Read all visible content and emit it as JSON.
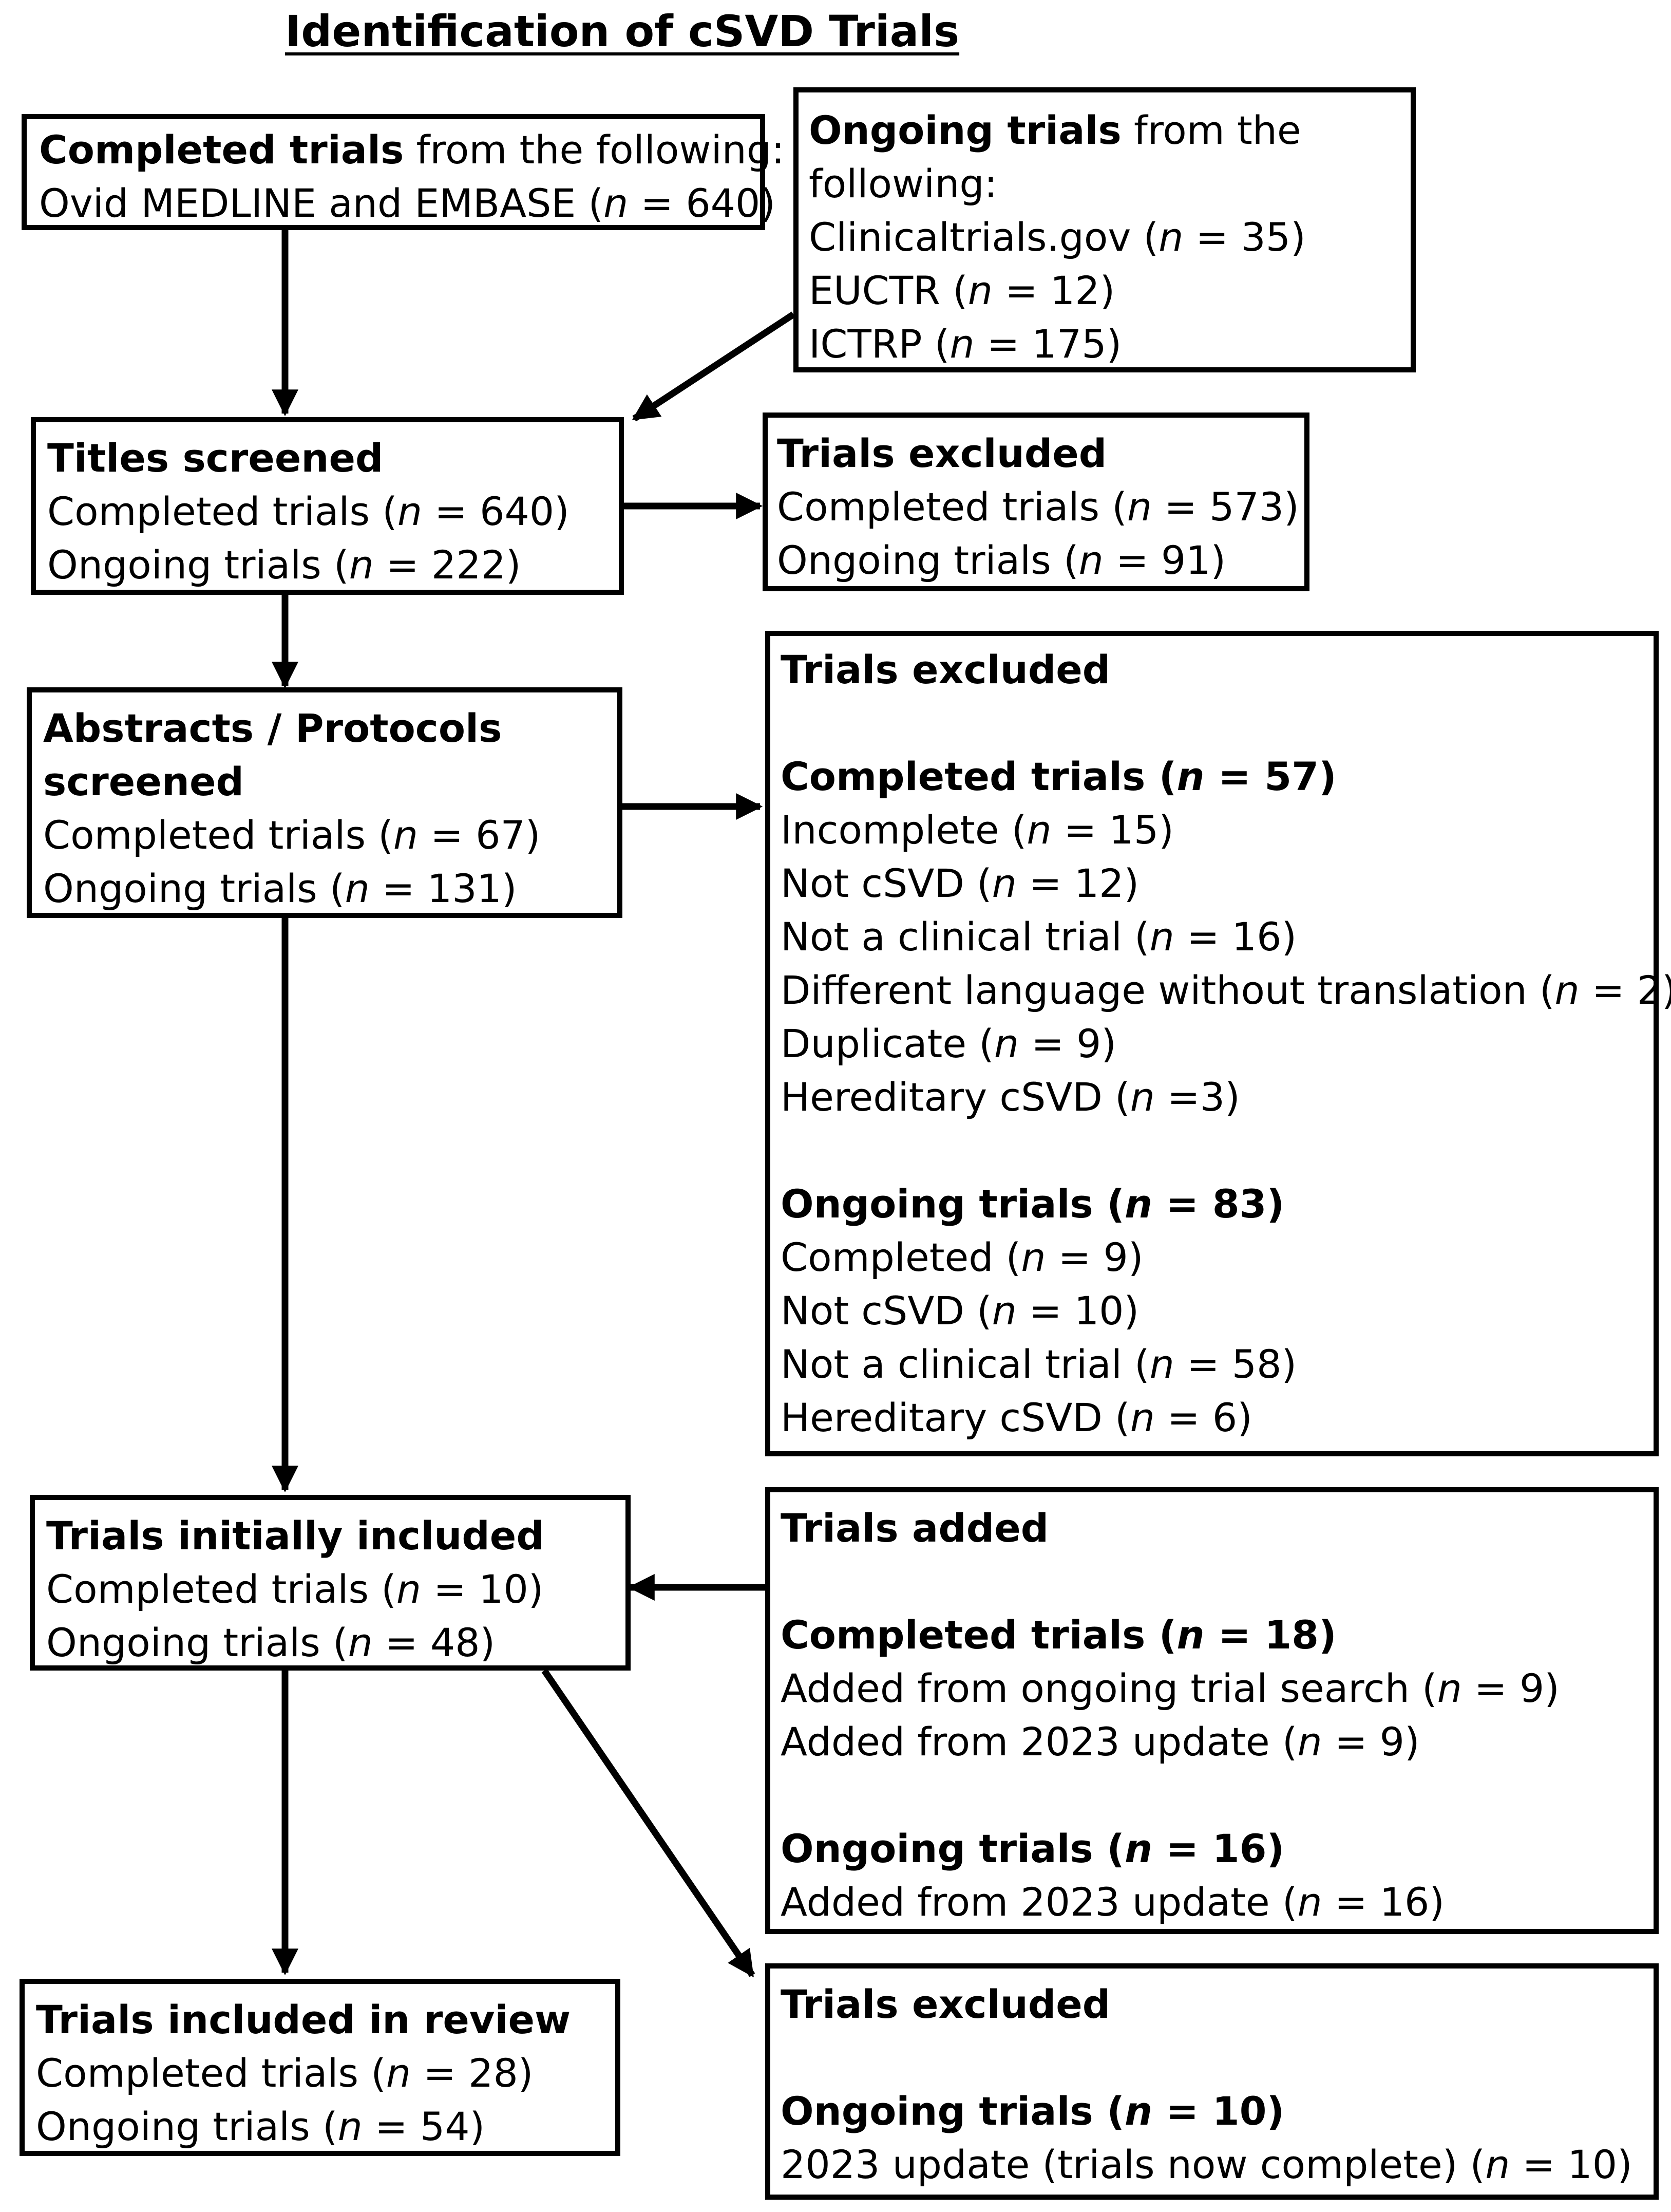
{
  "title": "Identification of cSVD Trials",
  "boxes": {
    "completed_sources": {
      "head_bold": "Completed trials",
      "head_rest": " from the following:",
      "line2": "Ovid MEDLINE and EMBASE (n = 640)"
    },
    "ongoing_sources": {
      "head_bold": "Ongoing trials",
      "head_rest": " from the",
      "line2": "following:",
      "line3": "Clinicaltrials.gov (n = 35)",
      "line4": "EUCTR (n = 12)",
      "line5": "ICTRP (n = 175)"
    },
    "titles_screened": {
      "heading": "Titles screened",
      "completed": "Completed trials (n = 640)",
      "ongoing": "Ongoing trials (n = 222)"
    },
    "titles_excluded": {
      "heading": "Trials excluded",
      "completed": "Completed trials (n = 573)",
      "ongoing": "Ongoing trials (n = 91)"
    },
    "abstracts_screened": {
      "heading_line1": "Abstracts / Protocols",
      "heading_line2": "screened",
      "completed": "Completed trials (n = 67)",
      "ongoing": "Ongoing trials (n = 131)"
    },
    "abstracts_excluded": {
      "heading": "Trials excluded",
      "completed_heading": "Completed trials (n = 57)",
      "completed_items": [
        "Incomplete (n = 15)",
        "Not cSVD (n = 12)",
        "Not a clinical trial (n = 16)",
        "Different language without  translation (n = 2)",
        "Duplicate (n = 9)",
        "Hereditary cSVD (n =3)"
      ],
      "ongoing_heading": "Ongoing trials (n = 83)",
      "ongoing_items": [
        "Completed (n = 9)",
        "Not cSVD (n = 10)",
        "Not a clinical trial (n = 58)",
        "Hereditary cSVD (n = 6)"
      ]
    },
    "initially_included": {
      "heading": "Trials initially included",
      "completed": "Completed trials (n = 10)",
      "ongoing": "Ongoing trials (n = 48)"
    },
    "trials_added": {
      "heading": "Trials added",
      "completed_heading": "Completed trials (n = 18)",
      "completed_items": [
        "Added from ongoing trial search (n = 9)",
        "Added from 2023 update (n = 9)"
      ],
      "ongoing_heading": "Ongoing trials (n = 16)",
      "ongoing_items": [
        "Added from 2023 update (n = 16)"
      ]
    },
    "included_in_review": {
      "heading": "Trials included in review",
      "completed": "Completed trials (n = 28)",
      "ongoing": "Ongoing trials (n = 54)"
    },
    "final_excluded": {
      "heading": "Trials excluded",
      "ongoing_heading": "Ongoing trials (n = 10)",
      "ongoing_item": "2023 update (trials now complete) (n = 10)"
    }
  }
}
